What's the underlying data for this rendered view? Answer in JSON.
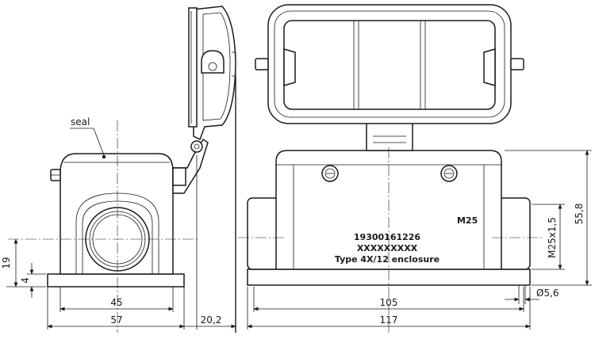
{
  "labels": {
    "seal": "seal",
    "thread_marking": "M25",
    "part_number": "19300161226",
    "batch_code": "XXXXXXXXX",
    "enclosure_type": "Type 4X/12 enclosure"
  },
  "dimensions": {
    "d19": "19",
    "d4": "4",
    "d45": "45",
    "d57": "57",
    "d20_2": "20,2",
    "d105": "105",
    "d117": "117",
    "d55_8": "55,8",
    "thread": "M25x1,5",
    "hole": "Ø5,6"
  },
  "colors": {
    "line": "#1a1a1a",
    "background": "#ffffff"
  }
}
